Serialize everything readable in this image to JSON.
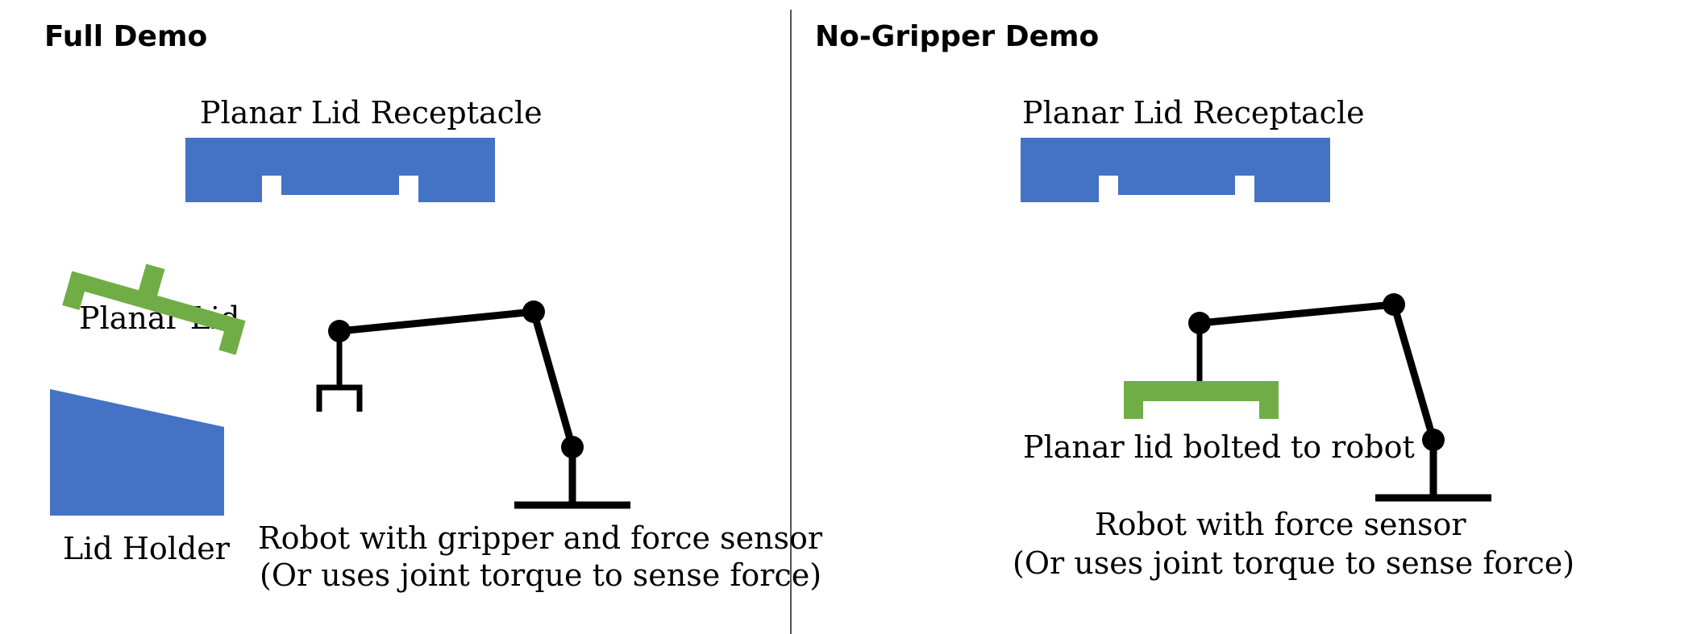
{
  "left": {
    "heading": "Full Demo",
    "receptacle_label": "Planar Lid Receptacle",
    "lid_label": "Planar Lid",
    "holder_label": "Lid Holder",
    "robot_label_line1": "Robot with gripper and force sensor",
    "robot_label_line2": "(Or uses joint torque to sense force)"
  },
  "right": {
    "heading": "No-Gripper Demo",
    "receptacle_label": "Planar Lid Receptacle",
    "lid_label": "Planar lid bolted to robot",
    "robot_label_line1": "Robot with force sensor",
    "robot_label_line2": "(Or uses joint torque to sense force)"
  },
  "colors": {
    "blue": "#4472C4",
    "green": "#70AD47",
    "black": "#000000",
    "divider": "#555555"
  }
}
